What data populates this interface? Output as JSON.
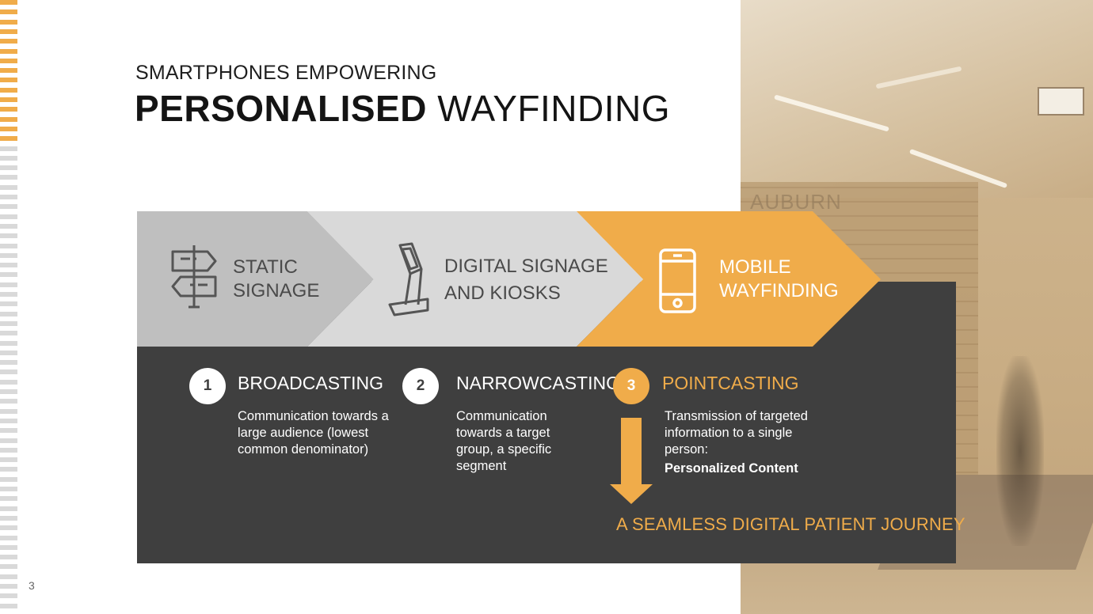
{
  "slide": {
    "subtitle": "SMARTPHONES EMPOWERING",
    "title_bold": "PERSONALISED",
    "title_light": "WAYFINDING",
    "page_number": "3"
  },
  "stages": [
    {
      "label": "STATIC SIGNAGE",
      "line1": "STATIC",
      "line2": "SIGNAGE",
      "icon": "signpost-icon"
    },
    {
      "label": "DIGITAL SIGNAGE AND KIOSKS",
      "line1": "DIGITAL SIGNAGE",
      "line2": "AND KIOSKS",
      "icon": "kiosk-icon"
    },
    {
      "label": "MOBILE WAYFINDING",
      "line1": "MOBILE",
      "line2": "WAYFINDING",
      "icon": "smartphone-icon"
    }
  ],
  "casts": [
    {
      "number": "1",
      "title": "BROADCASTING",
      "desc": [
        "Communication towards a",
        "large audience (lowest",
        "common denominator)"
      ]
    },
    {
      "number": "2",
      "title": "NARROWCASTING",
      "desc": [
        "Communication",
        "towards a target",
        "group, a specific",
        "segment"
      ]
    },
    {
      "number": "3",
      "title": "POINTCASTING",
      "desc": [
        "Transmission of targeted",
        "information to a single",
        "person:"
      ],
      "strong": "Personalized Content"
    }
  ],
  "journey": "A SEAMLESS DIGITAL PATIENT JOURNEY",
  "photo": {
    "watermark": "AUBURN"
  },
  "colors": {
    "accent": "#f0ac4a",
    "dark": "#3f3f3f",
    "stage1": "#bfbfbf",
    "stage2": "#d9d9d9",
    "stripe_accent": "#f0ac4a",
    "stripe_grey": "#d9d9d9"
  }
}
